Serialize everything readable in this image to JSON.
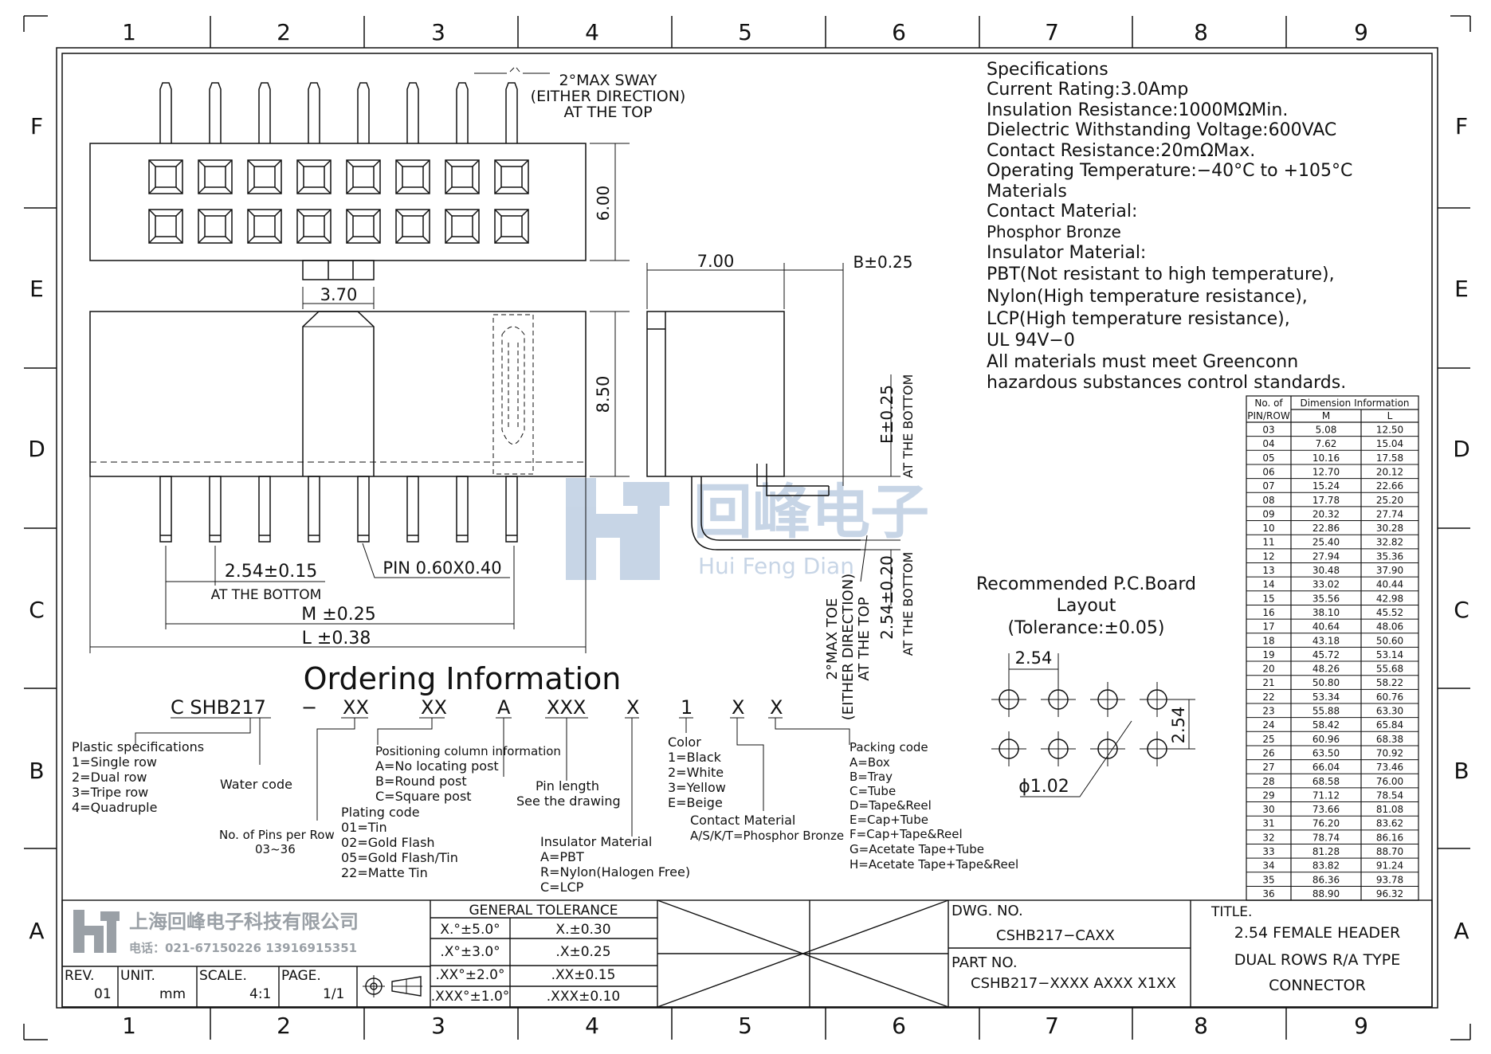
{
  "grid": {
    "cols": [
      "1",
      "2",
      "3",
      "4",
      "5",
      "6",
      "7",
      "8",
      "9"
    ],
    "rows": [
      "F",
      "E",
      "D",
      "C",
      "B",
      "A"
    ]
  },
  "specs": [
    "Specifications",
    "Current Rating:3.0Amp",
    "Insulation  Resistance:1000MΩMin.",
    "Dielectric  Withstanding  Voltage:600VAC",
    "Contact  Resistance:20mΩMax.",
    "Operating  Temperature:−40°C  to  +105°C",
    "Materials",
    "Contact  Material:",
    "Phosphor Bronze",
    "Insulator  Material:",
    "PBT(Not  resistant  to  high  temperature),",
    "Nylon(High  temperature  resistance),",
    "LCP(High  temperature  resistance),",
    "UL  94V−0",
    "All  materials  must  meet  Greenconn",
    "hazardous  substances  control  standards."
  ],
  "top_notes": {
    "sway1": "2°MAX  SWAY",
    "sway2": "(EITHER  DIRECTION)",
    "sway3": "AT THE TOP"
  },
  "dims": {
    "d600": "6.00",
    "d370": "3.70",
    "d850": "8.50",
    "d700": "7.00",
    "b": "B±0.25",
    "e": "E±0.25",
    "e_bottom": "AT THE BOTTOM",
    "pitch": "2.54±0.15",
    "pitch_bottom": "AT THE BOTTOM",
    "pin": "PIN  0.60X0.40",
    "m": "M  ±0.25",
    "l": "L  ±0.38",
    "toe1": "2°MAX  TOE",
    "toe2": "(EITHER DIRECTION)",
    "toe3": "AT THE TOP",
    "pitch2": "2.54±0.20",
    "pitch2_bottom": "AT THE BOTTOM"
  },
  "pcb": {
    "title1": "Recommended  P.C.Board",
    "title2": "Layout",
    "title3": "(Tolerance:±0.05)",
    "pitch_h": "2.54",
    "pitch_v": "2.54",
    "hole": "ϕ1.02"
  },
  "watermark": {
    "cn": "回峰电子",
    "en": "Hui Feng Dian"
  },
  "ordering": {
    "title": "Ordering  Information",
    "codes": [
      "C  SHB217",
      "−",
      "XX",
      "XX",
      "A",
      "XXX",
      "X",
      "1",
      "X",
      "X"
    ],
    "plastic": [
      "Plastic  specifications",
      "1=Single  row",
      "2=Dual  row",
      "3=Tripe  row",
      "4=Quadruple"
    ],
    "water": "Water  code",
    "pins": [
      "No. of Pins per Row",
      "03~36"
    ],
    "plating": [
      "Plating  code",
      "01=Tin",
      "02=Gold  Flash",
      "05=Gold  Flash/Tin",
      "22=Matte  Tin"
    ],
    "positioning": [
      "Positioning  column  information",
      "A=No  locating  post",
      "B=Round  post",
      "C=Square  post"
    ],
    "pinlen": [
      "Pin  length",
      "See  the  drawing"
    ],
    "insulator": [
      "Insulator  Material",
      "A=PBT",
      "R=Nylon(Halogen  Free)",
      "C=LCP"
    ],
    "color": [
      "Color",
      "1=Black",
      "2=White",
      "3=Yellow",
      "E=Beige"
    ],
    "contact": [
      "Contact  Material",
      "A/S/K/T=Phosphor  Bronze"
    ],
    "packing": [
      "Packing  code",
      "A=Box",
      "B=Tray",
      "C=Tube",
      "D=Tape&Reel",
      "E=Cap+Tube",
      "F=Cap+Tape&Reel",
      "G=Acetate  Tape+Tube",
      "H=Acetate  Tape+Tape&Reel"
    ]
  },
  "dim_table": {
    "h_no": "No.  of",
    "h_pinrow": "PIN/ROW",
    "h_dim": "Dimension  Information",
    "h_m": "M",
    "h_l": "L",
    "rows": [
      [
        "03",
        "5.08",
        "12.50"
      ],
      [
        "04",
        "7.62",
        "15.04"
      ],
      [
        "05",
        "10.16",
        "17.58"
      ],
      [
        "06",
        "12.70",
        "20.12"
      ],
      [
        "07",
        "15.24",
        "22.66"
      ],
      [
        "08",
        "17.78",
        "25.20"
      ],
      [
        "09",
        "20.32",
        "27.74"
      ],
      [
        "10",
        "22.86",
        "30.28"
      ],
      [
        "11",
        "25.40",
        "32.82"
      ],
      [
        "12",
        "27.94",
        "35.36"
      ],
      [
        "13",
        "30.48",
        "37.90"
      ],
      [
        "14",
        "33.02",
        "40.44"
      ],
      [
        "15",
        "35.56",
        "42.98"
      ],
      [
        "16",
        "38.10",
        "45.52"
      ],
      [
        "17",
        "40.64",
        "48.06"
      ],
      [
        "18",
        "43.18",
        "50.60"
      ],
      [
        "19",
        "45.72",
        "53.14"
      ],
      [
        "20",
        "48.26",
        "55.68"
      ],
      [
        "21",
        "50.80",
        "58.22"
      ],
      [
        "22",
        "53.34",
        "60.76"
      ],
      [
        "23",
        "55.88",
        "63.30"
      ],
      [
        "24",
        "58.42",
        "65.84"
      ],
      [
        "25",
        "60.96",
        "68.38"
      ],
      [
        "26",
        "63.50",
        "70.92"
      ],
      [
        "27",
        "66.04",
        "73.46"
      ],
      [
        "28",
        "68.58",
        "76.00"
      ],
      [
        "29",
        "71.12",
        "78.54"
      ],
      [
        "30",
        "73.66",
        "81.08"
      ],
      [
        "31",
        "76.20",
        "83.62"
      ],
      [
        "32",
        "78.74",
        "86.16"
      ],
      [
        "33",
        "81.28",
        "88.70"
      ],
      [
        "34",
        "83.82",
        "91.24"
      ],
      [
        "35",
        "86.36",
        "93.78"
      ],
      [
        "36",
        "88.90",
        "96.32"
      ]
    ]
  },
  "title_block": {
    "company": "上海回峰电子科技有限公司",
    "phone": "电话：021-67150226   13916915351",
    "rev_label": "REV.",
    "rev": "01",
    "unit_label": "UNIT.",
    "unit": "mm",
    "scale_label": "SCALE.",
    "scale": "4:1",
    "page_label": "PAGE.",
    "page": "1/1",
    "tol_title": "GENERAL  TOLERANCE",
    "tol": [
      [
        "X.°±5.0°",
        "X.±0.30"
      ],
      [
        ".X°±3.0°",
        ".X±0.25"
      ],
      [
        ".XX°±2.0°",
        ".XX±0.15"
      ],
      [
        ".XXX°±1.0°",
        ".XXX±0.10"
      ]
    ],
    "dwg_label": "DWG.  NO.",
    "dwg": "CSHB217−CAXX",
    "part_label": "PART  NO.",
    "part": "CSHB217−XXXX  AXXX  X1XX",
    "title_label": "TITLE.",
    "title": [
      "2.54  FEMALE  HEADER",
      "DUAL  ROWS  R/A  TYPE",
      "CONNECTOR"
    ]
  }
}
